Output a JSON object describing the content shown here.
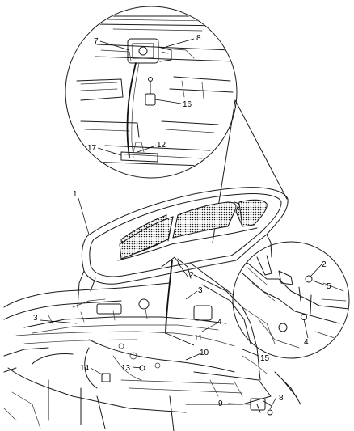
{
  "callouts": [
    {
      "id": "1",
      "label": "1"
    },
    {
      "id": "2a",
      "label": "2"
    },
    {
      "id": "2b",
      "label": "2"
    },
    {
      "id": "3a",
      "label": "3"
    },
    {
      "id": "3b",
      "label": "3"
    },
    {
      "id": "4a",
      "label": "4"
    },
    {
      "id": "4b",
      "label": "4"
    },
    {
      "id": "5",
      "label": "5"
    },
    {
      "id": "7",
      "label": "7"
    },
    {
      "id": "8a",
      "label": "8"
    },
    {
      "id": "8b",
      "label": "8"
    },
    {
      "id": "9",
      "label": "9"
    },
    {
      "id": "10",
      "label": "10"
    },
    {
      "id": "11",
      "label": "11"
    },
    {
      "id": "12",
      "label": "12"
    },
    {
      "id": "13",
      "label": "13"
    },
    {
      "id": "14",
      "label": "14"
    },
    {
      "id": "15",
      "label": "15"
    },
    {
      "id": "16",
      "label": "16"
    },
    {
      "id": "17",
      "label": "17"
    }
  ]
}
